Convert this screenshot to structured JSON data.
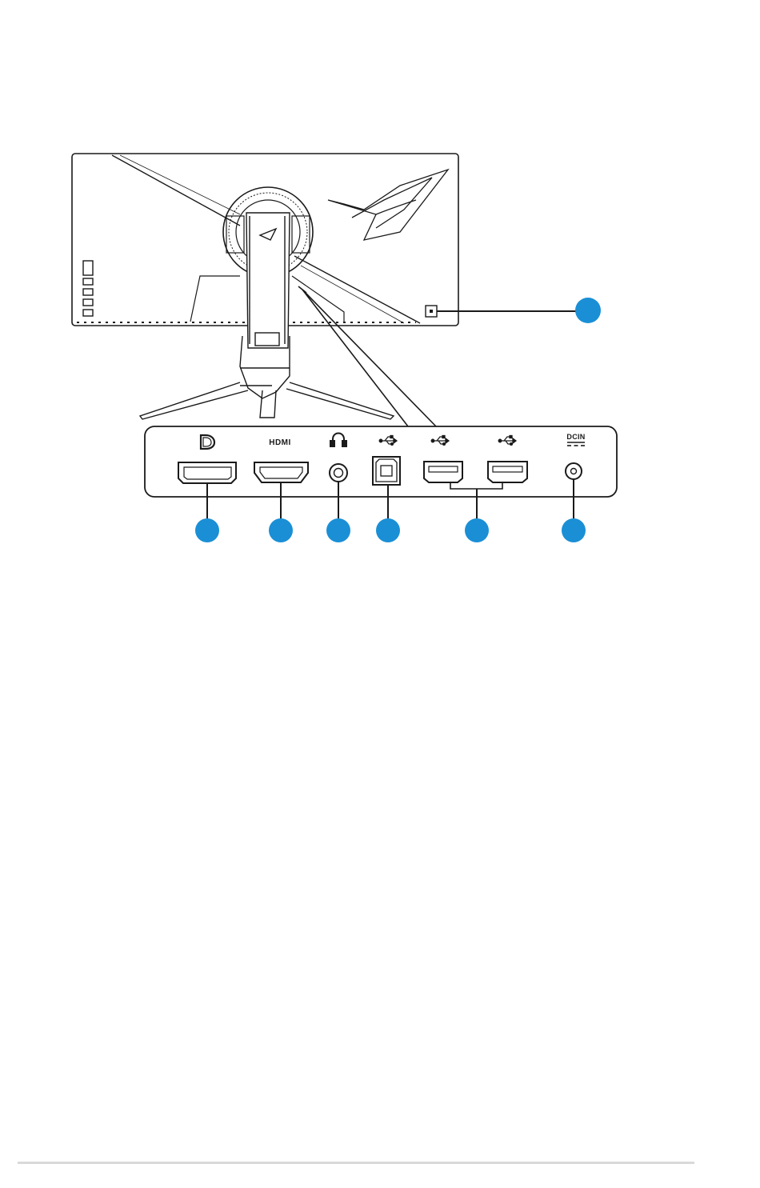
{
  "port_labels": {
    "hdmi": "HDMI",
    "dc_in": "DCIN"
  },
  "callouts": [
    {
      "id": "kensington-lock"
    },
    {
      "id": "displayport"
    },
    {
      "id": "hdmi-port"
    },
    {
      "id": "earphone-jack"
    },
    {
      "id": "usb-upstream"
    },
    {
      "id": "usb-downstream"
    },
    {
      "id": "dc-in"
    }
  ],
  "colors": {
    "callout": "#1a8fd6",
    "line": "#1a1a1a",
    "footer_rule": "#d9d9d9"
  }
}
